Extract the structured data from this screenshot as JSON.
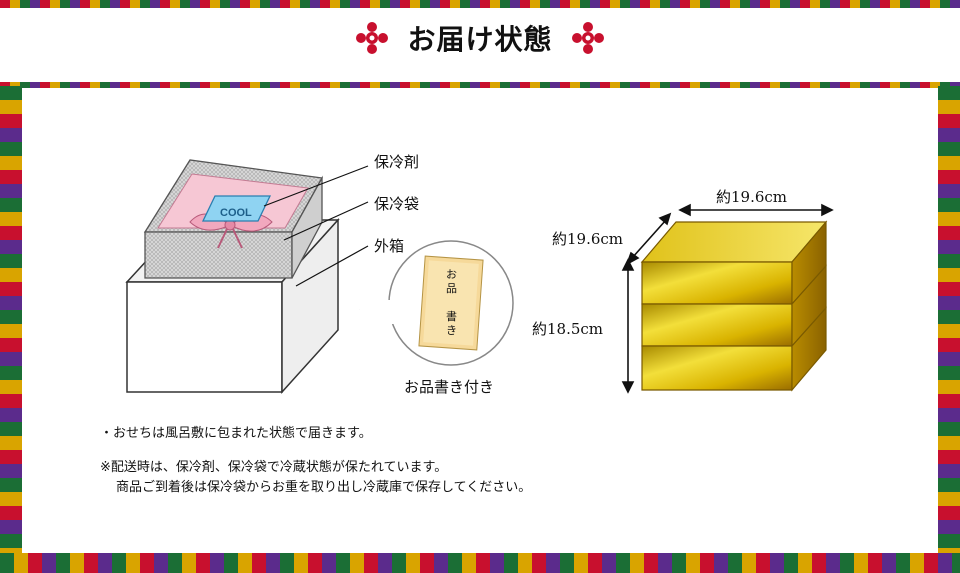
{
  "header": {
    "title": "お届け状態"
  },
  "diagram": {
    "labels": {
      "ice_pack": "保冷剤",
      "cool_bag": "保冷袋",
      "outer_box": "外箱"
    },
    "ice_pack_text": "COOL",
    "menu_card": {
      "text_col1": "お品",
      "text_col2": "書き",
      "caption": "お品書き付き"
    }
  },
  "jubako": {
    "width_label": "約19.6cm",
    "depth_label": "約19.6cm",
    "height_label": "約18.5cm"
  },
  "notes": {
    "line1": "・おせちは風呂敷に包まれた状態で届きます。",
    "line2": "※配送時は、保冷剤、保冷袋で冷蔵状態が保たれています。",
    "line3": "商品ご到着後は保冷袋からお重を取り出し冷蔵庫で保存してください。"
  },
  "colors": {
    "accent": "#c8102e",
    "gold": "#d9b300"
  }
}
